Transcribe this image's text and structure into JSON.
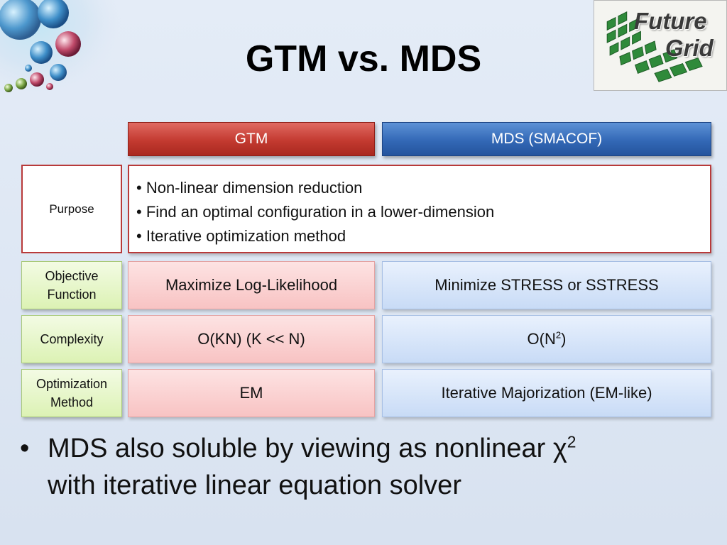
{
  "slide": {
    "title": "GTM vs. MDS",
    "logo": {
      "line1": "Future",
      "line2": "Grid"
    },
    "headers": {
      "gtm": "GTM",
      "mds": "MDS (SMACOF)"
    },
    "purpose": {
      "label": "Purpose",
      "bullets": [
        "Non-linear dimension reduction",
        "Find an optimal configuration in a lower-dimension",
        "Iterative optimization method"
      ]
    },
    "rows": [
      {
        "label_line1": "Objective",
        "label_line2": "Function",
        "gtm": "Maximize Log-Likelihood",
        "mds": "Minimize STRESS or SSTRESS"
      },
      {
        "label": "Complexity",
        "gtm": "O(KN) (K << N)",
        "mds_base": "O(N",
        "mds_sup": "2",
        "mds_close": ")"
      },
      {
        "label_line1": "Optimization",
        "label_line2": "Method",
        "gtm": "EM",
        "mds": "Iterative Majorization (EM-like)"
      }
    ],
    "bottom_bullet": {
      "bullet": "•",
      "line1": "MDS also soluble by viewing as nonlinear χ",
      "line1_sup": "2",
      "line2": "with iterative linear equation solver"
    }
  }
}
